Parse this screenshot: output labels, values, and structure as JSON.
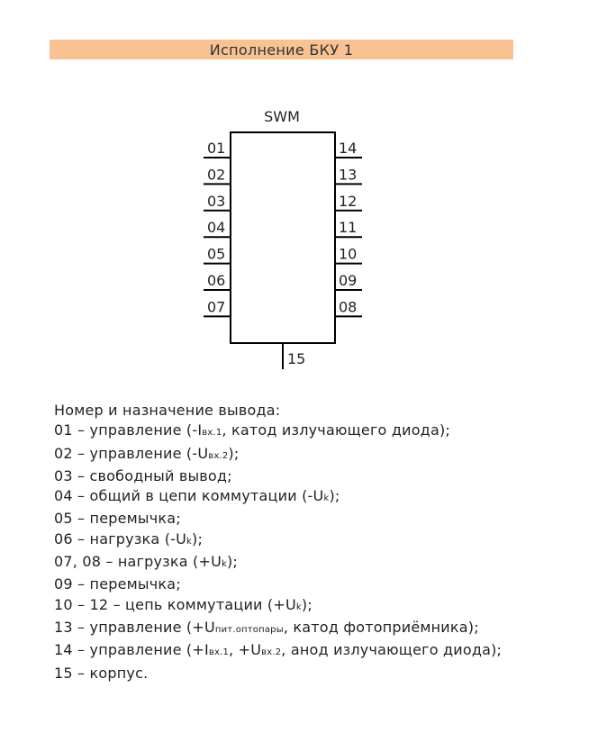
{
  "banner": {
    "title": "Исполнение БКУ 1",
    "color": "#f8c292"
  },
  "component": {
    "label": "SWM",
    "left_pins": [
      "01",
      "02",
      "03",
      "04",
      "05",
      "06",
      "07"
    ],
    "right_pins": [
      "14",
      "13",
      "12",
      "11",
      "10",
      "09",
      "08"
    ],
    "bottom_pin": "15"
  },
  "legend": {
    "heading": "Номер и назначение вывода:",
    "items": [
      {
        "t1": "01 – управление (-I",
        "sub1": "вх.1",
        "t2": ", катод излучающего диода);",
        "sub2": "",
        "t3": ""
      },
      {
        "t1": "02 – управление (-U",
        "sub1": "вх.2",
        "t2": ");",
        "sub2": "",
        "t3": ""
      },
      {
        "t1": "03 – свободный вывод;",
        "sub1": "",
        "t2": "",
        "sub2": "",
        "t3": ""
      },
      {
        "t1": "04 – общий в цепи коммутации (-U",
        "sub1": "k",
        "t2": ");",
        "sub2": "",
        "t3": ""
      },
      {
        "t1": "05 – перемычка;",
        "sub1": "",
        "t2": "",
        "sub2": "",
        "t3": ""
      },
      {
        "t1": "06 – нагрузка (-U",
        "sub1": "k",
        "t2": ");",
        "sub2": "",
        "t3": ""
      },
      {
        "t1": "07, 08 – нагрузка (+U",
        "sub1": "k",
        "t2": ");",
        "sub2": "",
        "t3": ""
      },
      {
        "t1": "09 – перемычка;",
        "sub1": "",
        "t2": "",
        "sub2": "",
        "t3": ""
      },
      {
        "t1": "10 – 12 – цепь коммутации (+U",
        "sub1": "k",
        "t2": ");",
        "sub2": "",
        "t3": ""
      },
      {
        "t1": "13 – управление (+U",
        "sub1": "пит.оптопары",
        "t2": ", катод фотоприёмника);",
        "sub2": "",
        "t3": ""
      },
      {
        "t1": "14 – управление (+I",
        "sub1": "вх.1",
        "t2": ", +U",
        "sub2": "вх.2",
        "t3": ", анод излучающего диода);"
      },
      {
        "t1": "15 – корпус.",
        "sub1": "",
        "t2": "",
        "sub2": "",
        "t3": ""
      }
    ]
  }
}
